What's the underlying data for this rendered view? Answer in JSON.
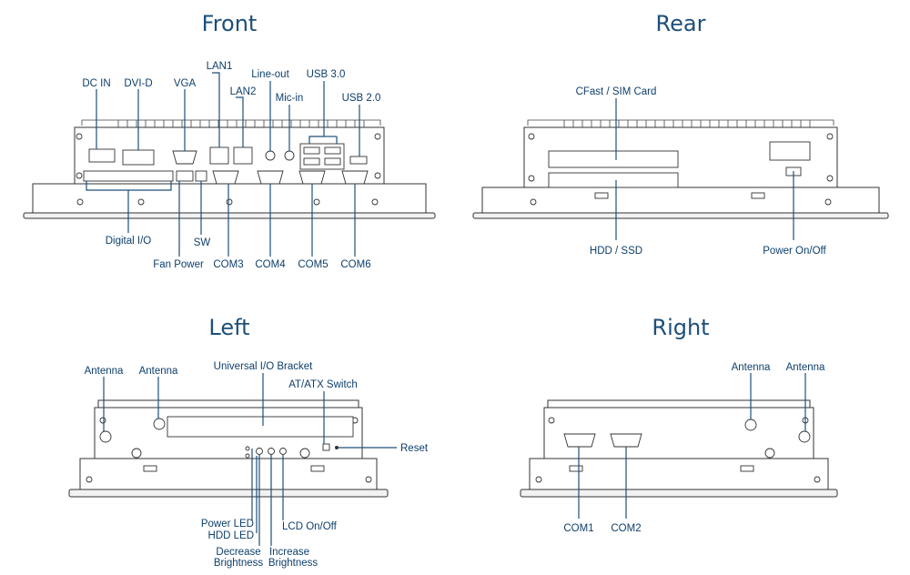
{
  "views": {
    "front": {
      "title": "Front",
      "labels": {
        "dc_in": "DC IN",
        "dvi_d": "DVI-D",
        "vga": "VGA",
        "lan1": "LAN1",
        "lan2": "LAN2",
        "line_out": "Line-out",
        "mic_in": "Mic-in",
        "usb30": "USB 3.0",
        "usb20": "USB 2.0",
        "digital_io": "Digital I/O",
        "sw": "SW",
        "fan_power": "Fan Power",
        "com3": "COM3",
        "com4": "COM4",
        "com5": "COM5",
        "com6": "COM6"
      }
    },
    "rear": {
      "title": "Rear",
      "labels": {
        "cfast_sim": "CFast / SIM Card",
        "hdd_ssd": "HDD / SSD",
        "power_onoff": "Power On/Off"
      }
    },
    "left": {
      "title": "Left",
      "labels": {
        "antenna1": "Antenna",
        "antenna2": "Antenna",
        "universal_io": "Universal I/O Bracket",
        "at_atx": "AT/ATX Switch",
        "reset": "Reset",
        "power_led": "Power LED",
        "hdd_led": "HDD LED",
        "decrease_1": "Decrease",
        "decrease_2": "Brightness",
        "increase_1": "Increase",
        "increase_2": "Brightness",
        "lcd_onoff": "LCD On/Off"
      }
    },
    "right": {
      "title": "Right",
      "labels": {
        "antenna1": "Antenna",
        "antenna2": "Antenna",
        "com1": "COM1",
        "com2": "COM2"
      }
    }
  }
}
